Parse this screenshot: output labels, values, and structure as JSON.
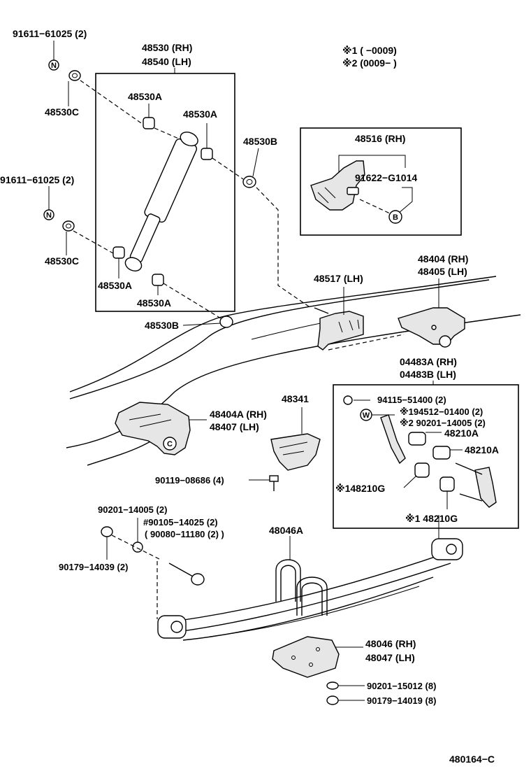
{
  "labels": {
    "bolt_top": "91611−61025 (2)",
    "bolt_mid": "91611−61025 (2)",
    "shock_rh": "48530 (RH)",
    "shock_lh": "48540 (LH)",
    "bush_a1": "48530A",
    "bush_a2": "48530A",
    "bush_a3": "48530A",
    "bush_a4": "48530A",
    "bush_c1": "48530C",
    "bush_c2": "48530C",
    "bush_b1": "48530B",
    "bush_b2": "48530B",
    "note_1": "※1 (        −0009)",
    "note_2": "※2 (0009−         )",
    "bracket_rh": "48516 (RH)",
    "bracket_bolt": "91622−G1014",
    "bracket_lh": "48517 (LH)",
    "hanger_rh": "48404 (RH)",
    "hanger_lh": "48405 (LH)",
    "kit_a": "04483A (RH)",
    "kit_b": "04483B (LH)",
    "nut_94115": "94115−51400 (2)",
    "bolt_94512": "※194512−01400 (2)",
    "bolt_90201_kit": "※2 90201−14005 (2)",
    "bush_210a1": "48210A",
    "bush_210a2": "48210A",
    "bush_210g1": "※148210G",
    "bush_210g2": "※1 48210G",
    "bracket_404a_rh": "48404A (RH)",
    "bracket_407_lh": "48407   (LH)",
    "bumper": "48341",
    "bolt_90119": "90119−08686 (4)",
    "washer_90201": "90201−14005 (2)",
    "bolt_90105": "#90105−14025 (2)",
    "bolt_90080": "( 90080−11180 (2) )",
    "nut_90179": "90179−14039 (2)",
    "ubolt": "48046A",
    "seat_rh": "48046 (RH)",
    "seat_lh": "48047 (LH)",
    "washer_15012": "90201−15012 (8)",
    "nut_14019": "90179−14019 (8)",
    "diagram_id": "480164−C"
  },
  "symbols": {
    "n": "N",
    "w": "W",
    "b": "B",
    "c": "C"
  }
}
